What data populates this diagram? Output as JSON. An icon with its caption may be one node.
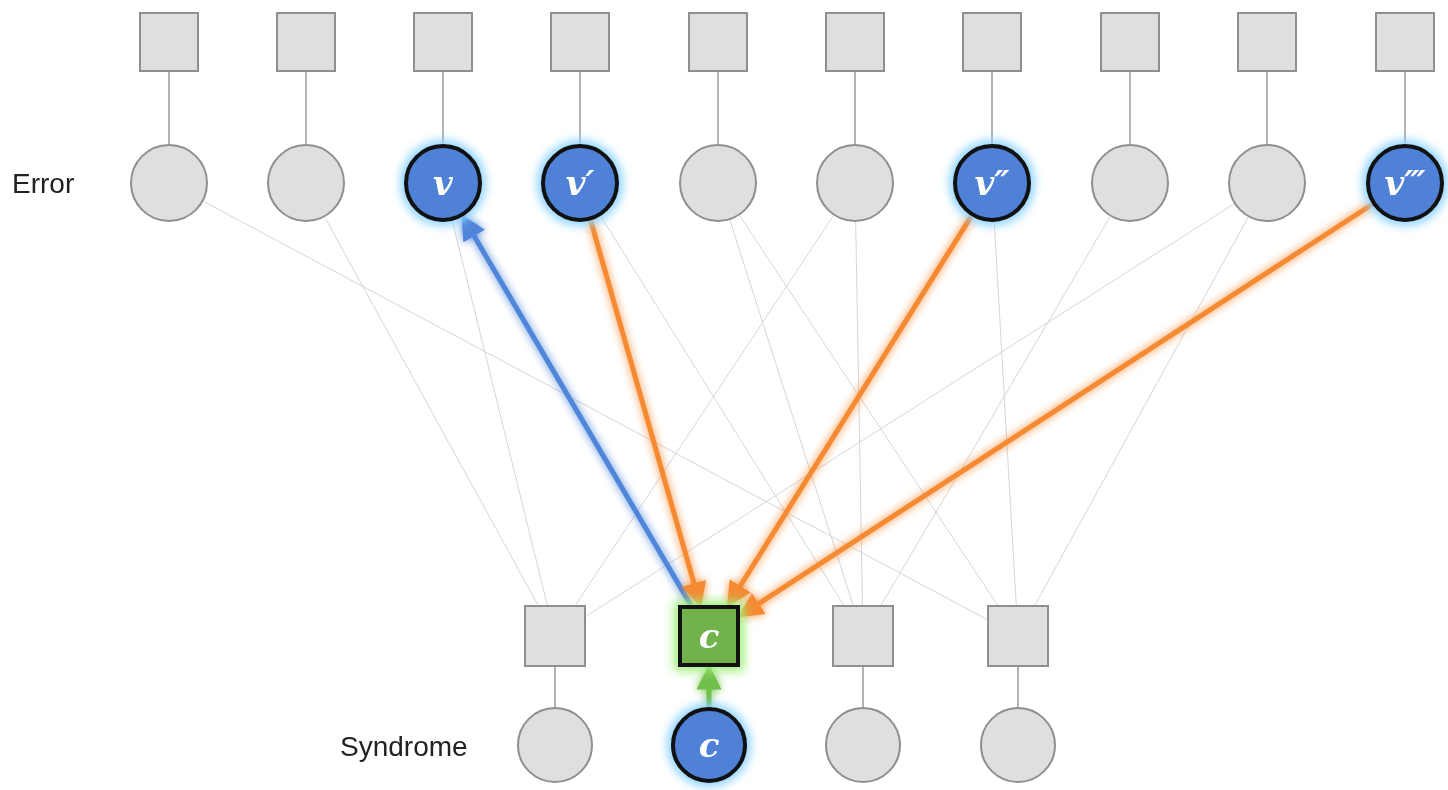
{
  "diagram": {
    "nodes": [
      {
        "text": [],
        "shape": "box"
      },
      {
        "text": [],
        "shape": "box"
      },
      {
        "text": [],
        "shape": "box"
      },
      {
        "text": [],
        "shape": "box"
      },
      {
        "text": [],
        "shape": "box"
      },
      {
        "text": [],
        "shape": "box"
      },
      {
        "text": [],
        "shape": "box"
      },
      {
        "text": [],
        "shape": "box"
      },
      {
        "text": [],
        "shape": "box"
      },
      {
        "text": [],
        "shape": "box"
      },
      {
        "text": [],
        "shape": "circle"
      },
      {
        "text": [],
        "shape": "circle"
      },
      {
        "text": [
          "v"
        ]
      },
      {
        "text": [
          "v′"
        ]
      },
      {
        "text": [],
        "shape": "circle"
      },
      {
        "text": [],
        "shape": "circle"
      },
      {
        "text": [
          "v″"
        ]
      },
      {
        "text": [],
        "shape": "circle"
      },
      {
        "text": [],
        "shape": "circle"
      },
      {
        "text": [
          "v‴"
        ]
      },
      {
        "text": [],
        "shape": "box"
      },
      {
        "text": [
          "c"
        ]
      },
      {
        "text": [],
        "shape": "box"
      },
      {
        "text": [],
        "shape": "box"
      },
      {
        "text": [],
        "shape": "circle"
      },
      {
        "text": [
          "c"
        ]
      },
      {
        "text": [],
        "shape": "circle"
      },
      {
        "text": [],
        "shape": "circle"
      }
    ],
    "edges": [
      {
        "from": 0,
        "to": 10,
        "arrow": "none"
      },
      {
        "from": 1,
        "to": 11,
        "arrow": "none"
      },
      {
        "from": 2,
        "to": 12,
        "arrow": "none"
      },
      {
        "from": 3,
        "to": 13,
        "arrow": "none"
      },
      {
        "from": 4,
        "to": 14,
        "arrow": "none"
      },
      {
        "from": 5,
        "to": 15,
        "arrow": "none"
      },
      {
        "from": 6,
        "to": 16,
        "arrow": "none"
      },
      {
        "from": 7,
        "to": 17,
        "arrow": "none"
      },
      {
        "from": 8,
        "to": 18,
        "arrow": "none"
      },
      {
        "from": 9,
        "to": 19,
        "arrow": "none"
      },
      {
        "from": 10,
        "to": 23,
        "arrow": "none"
      },
      {
        "from": 11,
        "to": 20,
        "arrow": "none"
      },
      {
        "from": 12,
        "to": 20,
        "arrow": "none"
      },
      {
        "from": 13,
        "to": 22,
        "arrow": "none"
      },
      {
        "from": 14,
        "to": 22,
        "arrow": "none"
      },
      {
        "from": 14,
        "to": 23,
        "arrow": "none"
      },
      {
        "from": 15,
        "to": 20,
        "arrow": "none"
      },
      {
        "from": 15,
        "to": 22,
        "arrow": "none"
      },
      {
        "from": 16,
        "to": 23,
        "arrow": "none"
      },
      {
        "from": 17,
        "to": 22,
        "arrow": "none"
      },
      {
        "from": 18,
        "to": 20,
        "arrow": "none"
      },
      {
        "from": 18,
        "to": 23,
        "arrow": "none"
      },
      {
        "from": 20,
        "to": 24,
        "arrow": "none"
      },
      {
        "from": 22,
        "to": 26,
        "arrow": "none"
      },
      {
        "from": 23,
        "to": 27,
        "arrow": "none"
      },
      {
        "from": 21,
        "to": 12,
        "arrow": "to",
        "style": "thick",
        "color": "#4f86d9"
      },
      {
        "from": 13,
        "to": 21,
        "arrow": "to",
        "style": "thick",
        "color": "#f58a33"
      },
      {
        "from": 16,
        "to": 21,
        "arrow": "to",
        "style": "thick",
        "color": "#f58a33"
      },
      {
        "from": 19,
        "to": 21,
        "arrow": "to",
        "style": "thick",
        "color": "#f58a33"
      },
      {
        "from": 25,
        "to": 21,
        "arrow": "to",
        "style": "thick",
        "color": "#6fbf4a"
      }
    ],
    "labels": [
      "Error",
      "Syndrome"
    ]
  }
}
